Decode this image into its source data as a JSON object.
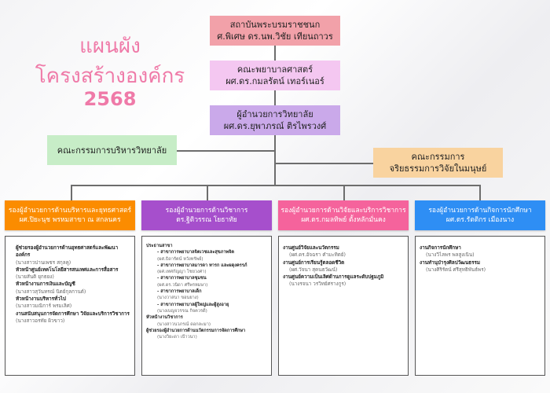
{
  "title": {
    "line1": "แผนผัง",
    "line2": "โครงสร้างองค์กร",
    "year": "2568"
  },
  "top": [
    {
      "org": "สถาบันพระบรมราชชนก",
      "name": "ศ.พิเศษ ดร.นพ.วิชัย เทียนถาวร"
    },
    {
      "org": "คณะพยาบาลศาสตร์",
      "name": "ผศ.ดร.กมลรัตน์ เทอร์เนอร์"
    },
    {
      "org": "ผู้อำนวยการวิทยาลัย",
      "name": "ผศ.ดร.ยุพาภรณ์ ติรไพรวงศ์"
    }
  ],
  "committee_admin": "คณะกรรมการบริหารวิทยาลัย",
  "committee_ethics": {
    "line1": "คณะกรรมการ",
    "line2": "จริยธรรมการวิจัยในมนุษย์"
  },
  "divisions": [
    {
      "title": "รองผู้อำนวยการด้านบริหารและยุทธศาสตร์",
      "name": "ผศ.ปิยะนุช พรหมสาขา ณ สกลนคร",
      "items": [
        {
          "role": "ผู้ช่วยรองผู้อำนวยการด้านยุทธศาสตร์และพัฒนาองค์กร",
          "person": "(นางสาวปานเพชร สกุลคู)"
        },
        {
          "role": "หัวหน้าศูนย์เทคโนโลยีสารสนเทศและการสื่อสาร",
          "person": "(นายสันติ ยุกธยง)"
        },
        {
          "role": "หัวหน้างานการเงินและบัญชี",
          "person": "(นางสาวสุวันทรณ์ นิตย์กุลกานต์)"
        },
        {
          "role": "หัวหน้างานบริหารทั่วไป",
          "person": "(นางสาวมณิการ์ พรมเลิศ)"
        },
        {
          "role": "งานสนับสนุนการจัดการศึกษา วิจัยและบริการวิชาการ",
          "person": "(นางสาวอรทัย ผิวขาว)"
        }
      ]
    },
    {
      "title": "รองผู้อำนวยการด้านวิชาการ",
      "name": "ดร.ฐิติวรรณ โยธาทัย",
      "chair_label": "ประธานสาขา",
      "branches": [
        {
          "role": "- สาขาการพยาบาลจิตเวชและสุขภาพจิต",
          "person": "(ผศ.ธิดารัตน์ หวังทรัพย์)"
        },
        {
          "role": "- สาขาการพยาบาลมารดา ทารก และผดุงครรภ์",
          "person": "(ผศ.เทศกัญญา โชยวงศา)"
        },
        {
          "role": "- สาขาการพยาบาลชุมชน",
          "person": "(ผศ.ดร.วนิดา ศรีพรหมษา)"
        },
        {
          "role": "- สาขาการพยาบาลเด็ก",
          "person": "(นางวาสนา ขอนยาง)"
        },
        {
          "role": "- สาขาการพยาบาลผู้ใหญ่และผู้สูงอายุ",
          "person": "(นางเบญจวรรณ กิจควรดี)"
        }
      ],
      "items": [
        {
          "role": "หัวหน้างานวิชาการ",
          "person": "(นางสาวนวภรณ์ ดอกละมา)"
        },
        {
          "role": "ผู้ช่วยรองผู้อำนวยการด้านนวัตกรรมการจัดการศึกษา",
          "person": "(นางวิยะดา เป้าวนา)"
        }
      ]
    },
    {
      "title": "รองผู้อำนวยการด้านวิจัยและบริการวิชาการ",
      "name": "ผศ.ดร.กมลทิพย์ ตั้งหลักมั่นคง",
      "items": [
        {
          "role": "งานศูนย์วิจัยและนวัตกรรม",
          "person": "(ผศ.ดร.อัจฉรา คำมะทิตย์)"
        },
        {
          "role": "งานศูนย์การเรียนรู้ตลอดชีวิต",
          "person": "(ผศ.วัจนา สุคนธวัฒน์)"
        },
        {
          "role": "งานศูนย์ความเป็นเลิศด้านการดูแลระดับปฐมภูมิ",
          "person": "(นางรจนา วรวิทย์ศรางกูร)"
        }
      ]
    },
    {
      "title": "รองผู้อำนวยการด้านกิจการนักศึกษา",
      "name": "ผศ.ดร.รัตติกร เมืองนาง",
      "items": [
        {
          "role": "งานกิจการนักศึกษา",
          "person": "(นางวิไลพร พลสูงเนิน)"
        },
        {
          "role": "งานทำนุบำรุงศิลปวัฒนธรรม",
          "person": "(นางศิริรัตน์ ศรีสุทธิพันธ์พร)"
        }
      ]
    }
  ],
  "colors": {
    "top": "#f2a1a9",
    "faculty": "#f4c7f1",
    "director": "#caa9ea",
    "admin": "#c7edc7",
    "ethics": "#f9d39f",
    "div1": "#fb8c00",
    "div2": "#a64fcc",
    "div3": "#f5639c",
    "div4": "#2e8ef4"
  }
}
